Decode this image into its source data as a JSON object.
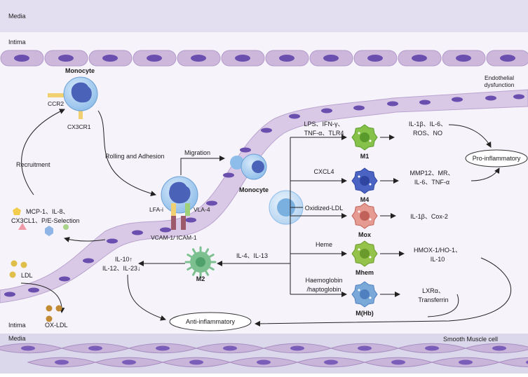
{
  "layers": {
    "media_top": "Media",
    "intima_top": "Intima",
    "intima_bottom": "Intima",
    "media_bottom": "Media",
    "smooth_muscle": "Smooth Muscle cell",
    "endothelial_1": "Endothelial",
    "endothelial_2": "dysfunction"
  },
  "monocyte_top": {
    "title": "Monocyte",
    "ccr2": "CCR2",
    "cx3cr1": "CX3CR1"
  },
  "recruitment": "Recruitment",
  "rolling": "Rolling and Adhesion",
  "migration": "Migration",
  "adhesion": {
    "lfa": "LFA-i",
    "vla": "VLA-4",
    "vcam": "VCAM-1/ ICAM-1"
  },
  "chemokines": {
    "line1": "MCP-1、IL-8、",
    "line2": "CX3CL1、P/E-Selection"
  },
  "ldl": "LDL",
  "ox_ldl": "OX-LDL",
  "monocyte_mid": "Monocyte",
  "m2": {
    "label": "M2",
    "stimulus": "IL-4、IL-13",
    "cytokine1": "IL-10↑",
    "cytokine2": "IL-12、IL-23↓"
  },
  "anti_inflammatory": "Anti-inflammatory",
  "pro_inflammatory": "Pro-inflammatory",
  "macrophages": [
    {
      "label": "M1",
      "stim1": "LPS、IFN-γ、",
      "stim2": "TNF-α、TLR4",
      "out1": "IL-1β、IL-6、",
      "out2": "ROS、NO"
    },
    {
      "label": "M4",
      "stim1": "CXCL4",
      "stim2": "",
      "out1": "MMP12、MR、",
      "out2": "IL-6、TNF-α"
    },
    {
      "label": "Mox",
      "stim1": "Oxidized-LDL",
      "stim2": "",
      "out1": "IL-1β、Cox-2",
      "out2": ""
    },
    {
      "label": "Mhem",
      "stim1": "Heme",
      "stim2": "",
      "out1": "HMOX-1/HO-1、",
      "out2": "IL-10"
    },
    {
      "label": "M(Hb)",
      "stim1": "Haemoglobin",
      "stim2": "/haptoglobin",
      "out1": "LXRα、",
      "out2": "Transferrin"
    }
  ],
  "colors": {
    "media": "#e3dff0",
    "intima": "#f6f3fa",
    "endothelial_cell": "#cdb8dc",
    "nucleus": "#6a4fae",
    "monocyte": "#7fb2e6",
    "m1": "#86c24a",
    "m4": "#4b64c4",
    "mox": "#e59a92",
    "mhem": "#94c24a",
    "mhb": "#7aa8d8",
    "m2": "#7cc090"
  }
}
